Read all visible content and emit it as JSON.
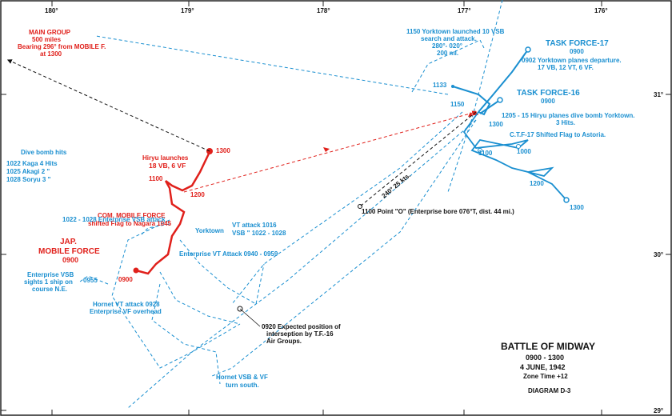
{
  "map": {
    "colors": {
      "us": "#1a8fd0",
      "japan": "#e0201b",
      "black": "#111111",
      "frame": "#222222"
    },
    "longitudes": [
      "180°",
      "179°",
      "178°",
      "177°",
      "176°"
    ],
    "latitudes": [
      "31°",
      "30°",
      "29°"
    ],
    "title": {
      "name": "BATTLE OF MIDWAY",
      "time_range": "0900 - 1300",
      "date": "4 JUNE, 1942",
      "zone": "Zone Time +12",
      "diagram": "DIAGRAM D-3"
    },
    "japan": {
      "main_group": [
        "MAIN GROUP",
        "500 miles",
        "Bearing 296° from MOBILE F.",
        "at 1300"
      ],
      "mobile_force": [
        "JAP.",
        "MOBILE FORCE",
        "0900"
      ],
      "times": [
        "0900",
        "1100",
        "1200",
        "1300"
      ],
      "hiryu": [
        "Hiryu launches",
        "18 VB, 6 VF"
      ],
      "com_mobile": [
        "COM. MOBILE FORCE",
        "shifted Flag to Nagara 1045"
      ]
    },
    "us": {
      "tf17": {
        "name": "TASK FORCE-17",
        "time": "0900"
      },
      "tf16": {
        "name": "TASK FORCE-16",
        "time": "0900"
      },
      "yorktown_launched": [
        "1150 Yorktown launched 10 VSB",
        "search and attack.",
        "280°- 020°",
        "200 mi."
      ],
      "yorktown_departure": [
        "0902  Yorktown planes departure.",
        "17 VB, 12 VT, 6 VF."
      ],
      "hiryu_dive": [
        "1205 - 15 Hiryu planes dive bomb Yorktown.",
        "3 Hits."
      ],
      "ctf17": "C.T.F-17 Shifted Flag to Astoria.",
      "times": [
        "1133",
        "1150",
        "1300",
        "1100",
        "1000",
        "1200",
        "1300"
      ],
      "dive_bomb_hits": [
        "Dive bomb hits",
        "1022   Kaga   4  Hits",
        "1025   Akagi  2    \"",
        "1028   Soryu  3    \""
      ],
      "enterprise_vsb_attack": "1022 - 1028 Enterprise VSB attack",
      "yorktown_attack": {
        "ship": "Yorktown",
        "vt": "VT  attack  1016",
        "vsb": "VSB    \"        1022 - 1028"
      },
      "enterprise_vt": "Enterprise VT Attack 0940 - 0959",
      "enterprise_vsb_sights": [
        "Enterprise VSB",
        "sights 1 ship on",
        "course N.E."
      ],
      "time_0955": "0955",
      "hornet_vt": [
        "Hornet VT attack 0928",
        "Enterprise VF overhead"
      ],
      "hornet_south": [
        "Hornet VSB & VF",
        "turn south."
      ]
    },
    "black": {
      "course": "240°  25 kts.",
      "point_o": "1100 Point \"O\"  (Enterprise bore 076°T, dist. 44 mi.)",
      "interception": [
        "0920 Expected position of",
        "interseption by T.F.-16",
        "Air Groups."
      ]
    }
  }
}
